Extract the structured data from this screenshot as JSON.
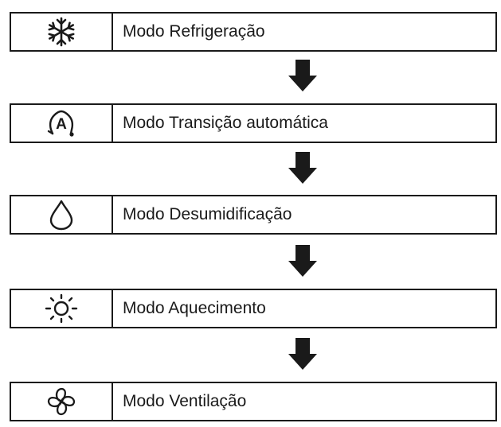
{
  "colors": {
    "ink": "#1a1a1a",
    "background": "#ffffff"
  },
  "modes": [
    {
      "icon": "snowflake-icon",
      "label": "Modo Refrigeração"
    },
    {
      "icon": "auto-transition-icon",
      "label": "Modo Transição automática"
    },
    {
      "icon": "water-drop-icon",
      "label": "Modo Desumidificação"
    },
    {
      "icon": "sun-icon",
      "label": "Modo Aquecimento"
    },
    {
      "icon": "fan-icon",
      "label": "Modo Ventilação"
    }
  ]
}
